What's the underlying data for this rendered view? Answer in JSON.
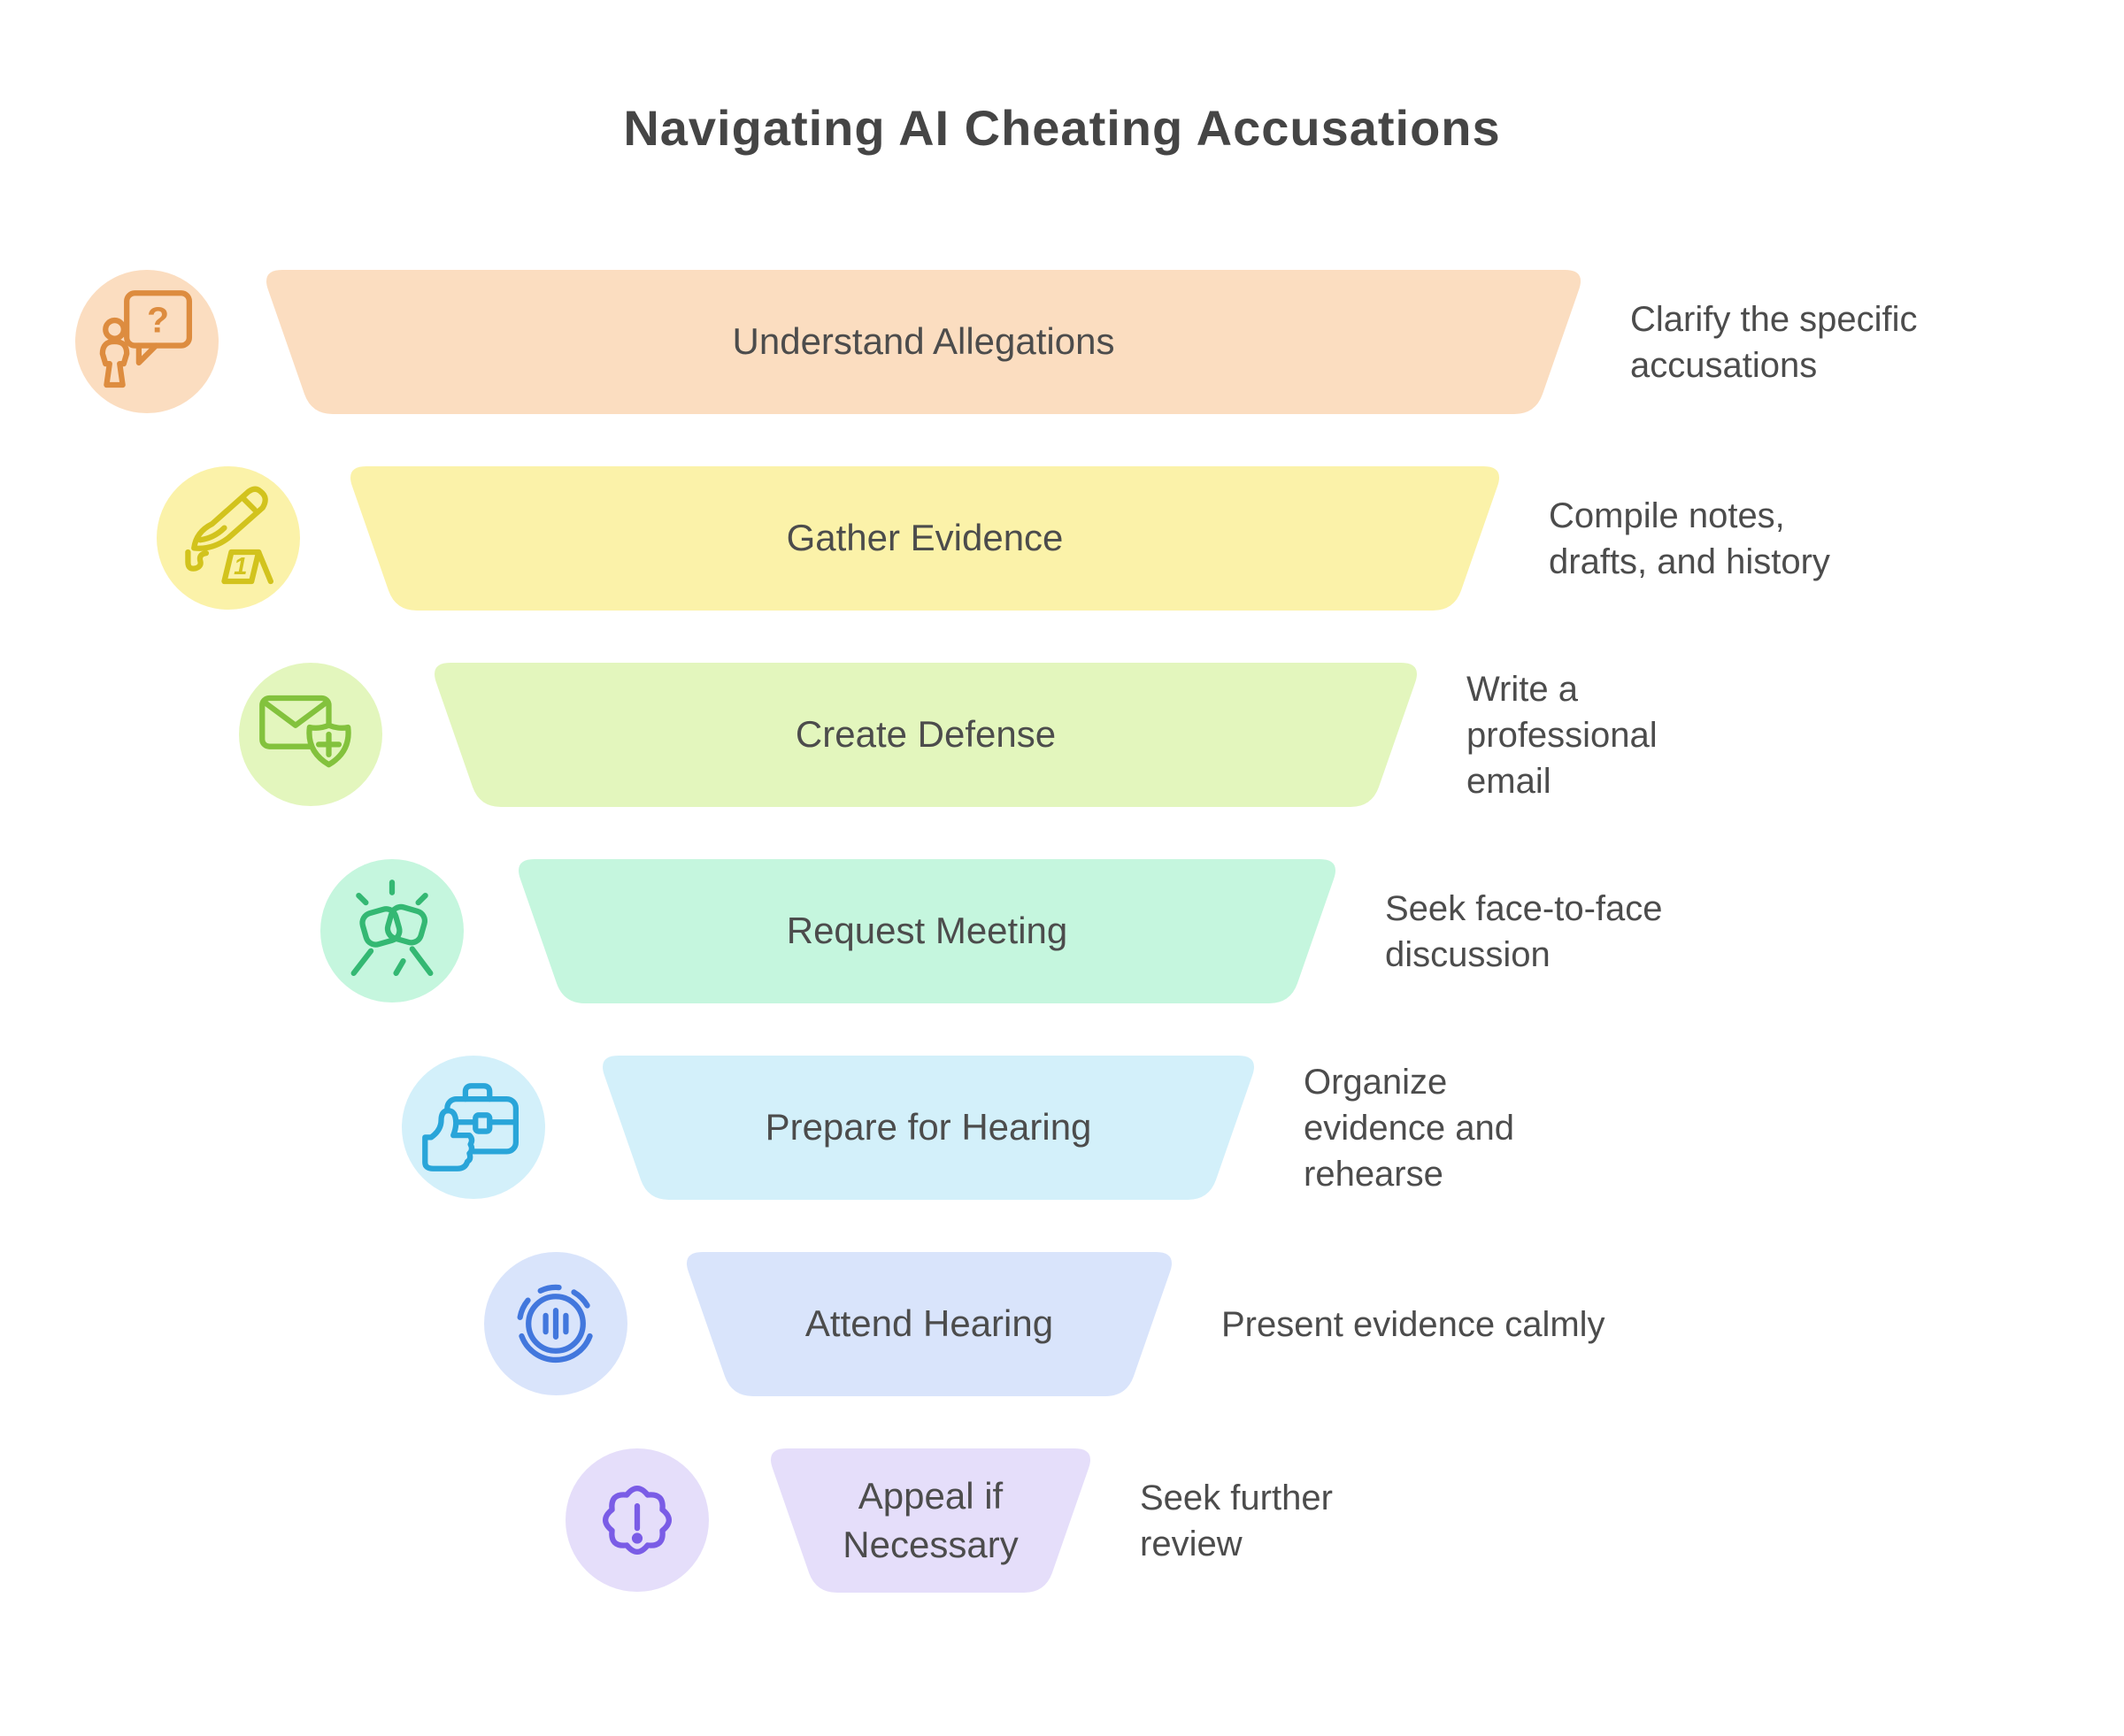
{
  "title": "Navigating AI Cheating Accusations",
  "text_color": "#4C4C4C",
  "steps": [
    {
      "label": "Understand Allegations",
      "description": "Clarify the specific accusations",
      "fill": "#FBDDC0",
      "icon_color": "#DD8C3F",
      "icon": "person-question-icon",
      "glyph": "?"
    },
    {
      "label": "Gather Evidence",
      "description": "Compile notes, drafts, and history",
      "fill": "#FBF2A9",
      "icon_color": "#D2C31D",
      "icon": "knife-evidence-marker-icon",
      "glyph": "1"
    },
    {
      "label": "Create Defense",
      "description": "Write a professional email",
      "fill": "#E3F6BD",
      "icon_color": "#83C23D",
      "icon": "envelope-shield-plus-icon",
      "glyph": ""
    },
    {
      "label": "Request Meeting",
      "description": "Seek face-to-face discussion",
      "fill": "#C5F6DE",
      "icon_color": "#34B873",
      "icon": "fist-bump-icon",
      "glyph": ""
    },
    {
      "label": "Prepare for Hearing",
      "description": "Organize evidence and rehearse",
      "fill": "#D3F0FA",
      "icon_color": "#29A5D9",
      "icon": "briefcase-thumbs-up-icon",
      "glyph": ""
    },
    {
      "label": "Attend Hearing",
      "description": "Present evidence calmly",
      "fill": "#D9E4FB",
      "icon_color": "#4277DD",
      "icon": "voice-waveform-icon",
      "glyph": ""
    },
    {
      "label": "Appeal if Necessary",
      "description": "Seek further review",
      "fill": "#E5DEFA",
      "icon_color": "#7A5CE6",
      "icon": "badge-exclamation-icon",
      "glyph": "!"
    }
  ]
}
